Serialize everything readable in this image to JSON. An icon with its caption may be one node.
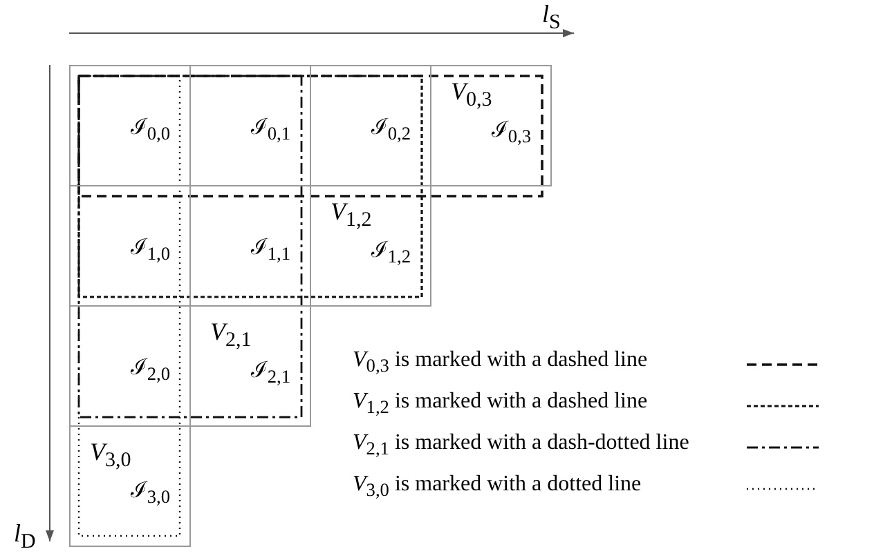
{
  "diagram": {
    "nodes": [
      {
        "text": [
          "ℐ$_{0,0}$"
        ]
      },
      {
        "text": [
          "ℐ$_{0,1}$"
        ]
      },
      {
        "text": [
          "ℐ$_{0,2}$"
        ]
      },
      {
        "text": [
          "*V*$_{0,3}$",
          "ℐ$_{0,3}$"
        ]
      },
      {
        "text": [
          "ℐ$_{1,0}$"
        ]
      },
      {
        "text": [
          "ℐ$_{1,1}$"
        ]
      },
      {
        "text": [
          "*V*$_{1,2}$",
          "ℐ$_{1,2}$"
        ]
      },
      {
        "text": [
          "ℐ$_{2,0}$"
        ]
      },
      {
        "text": [
          "*V*$_{2,1}$",
          "ℐ$_{2,1}$"
        ]
      },
      {
        "text": [
          "*V*$_{3,0}$",
          "ℐ$_{3,0}$"
        ]
      }
    ],
    "labels": [
      "*l*$_{S}$",
      "*l*$_{D}$"
    ],
    "legend": [
      {
        "text": "*V*$_{0,3}$ is marked with a dashed line"
      },
      {
        "text": "*V*$_{1,2}$ is marked with a dashed line"
      },
      {
        "text": "*V*$_{2,1}$ is marked with a dash-dotted line"
      },
      {
        "text": "*V*$_{3,0}$ is marked with a dotted line"
      }
    ]
  }
}
